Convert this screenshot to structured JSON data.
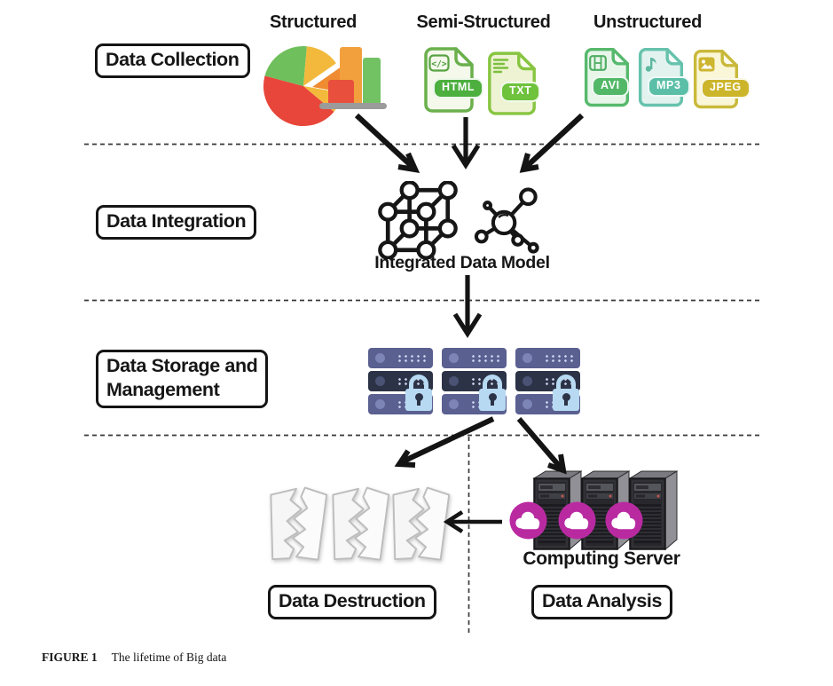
{
  "figure_caption": {
    "label": "FIGURE 1",
    "text": "The lifetime of Big data"
  },
  "stages": {
    "collection": {
      "label": "Data Collection"
    },
    "integration": {
      "label": "Data Integration",
      "model_caption": "Integrated Data Model"
    },
    "storage": {
      "label_line1": "Data Storage and",
      "label_line2": "Management"
    },
    "destruction": {
      "label": "Data Destruction"
    },
    "analysis": {
      "label": "Data Analysis",
      "server_caption": "Computing Server"
    }
  },
  "data_types": {
    "structured": {
      "label": "Structured",
      "icons": [
        "pie-chart",
        "bar-chart"
      ]
    },
    "semi_structured": {
      "label": "Semi-Structured",
      "files": [
        {
          "badge": "HTML"
        },
        {
          "badge": "TXT"
        }
      ]
    },
    "unstructured": {
      "label": "Unstructured",
      "files": [
        {
          "badge": "AVI"
        },
        {
          "badge": "MP3"
        },
        {
          "badge": "JPEG"
        }
      ]
    }
  },
  "icons": [
    "pie-chart-icon",
    "bar-chart-icon",
    "html-file-icon",
    "txt-file-icon",
    "avi-file-icon",
    "mp3-file-icon",
    "jpeg-file-icon",
    "cube-network-icon",
    "molecule-icon",
    "server-rack-icon",
    "padlock-icon",
    "torn-paper-icon",
    "tower-server-icon",
    "cloud-icon"
  ],
  "colors": {
    "outline_black": "#151515",
    "pie_red": "#e8463a",
    "pie_green": "#6fbf5c",
    "pie_yellow": "#f2b93c",
    "pie_orange": "#ef8b31",
    "html_badge_green": "#4caf3e",
    "txt_badge_green": "#6ec23c",
    "avi_badge_green": "#52b868",
    "mp3_badge_teal": "#5bbfa8",
    "jpeg_badge_gold": "#ccb52a",
    "server_slate": "#5a6090",
    "server_dark": "#2c3347",
    "lock_blue": "#b7d9f2",
    "cloud_magenta": "#b92aa1"
  }
}
